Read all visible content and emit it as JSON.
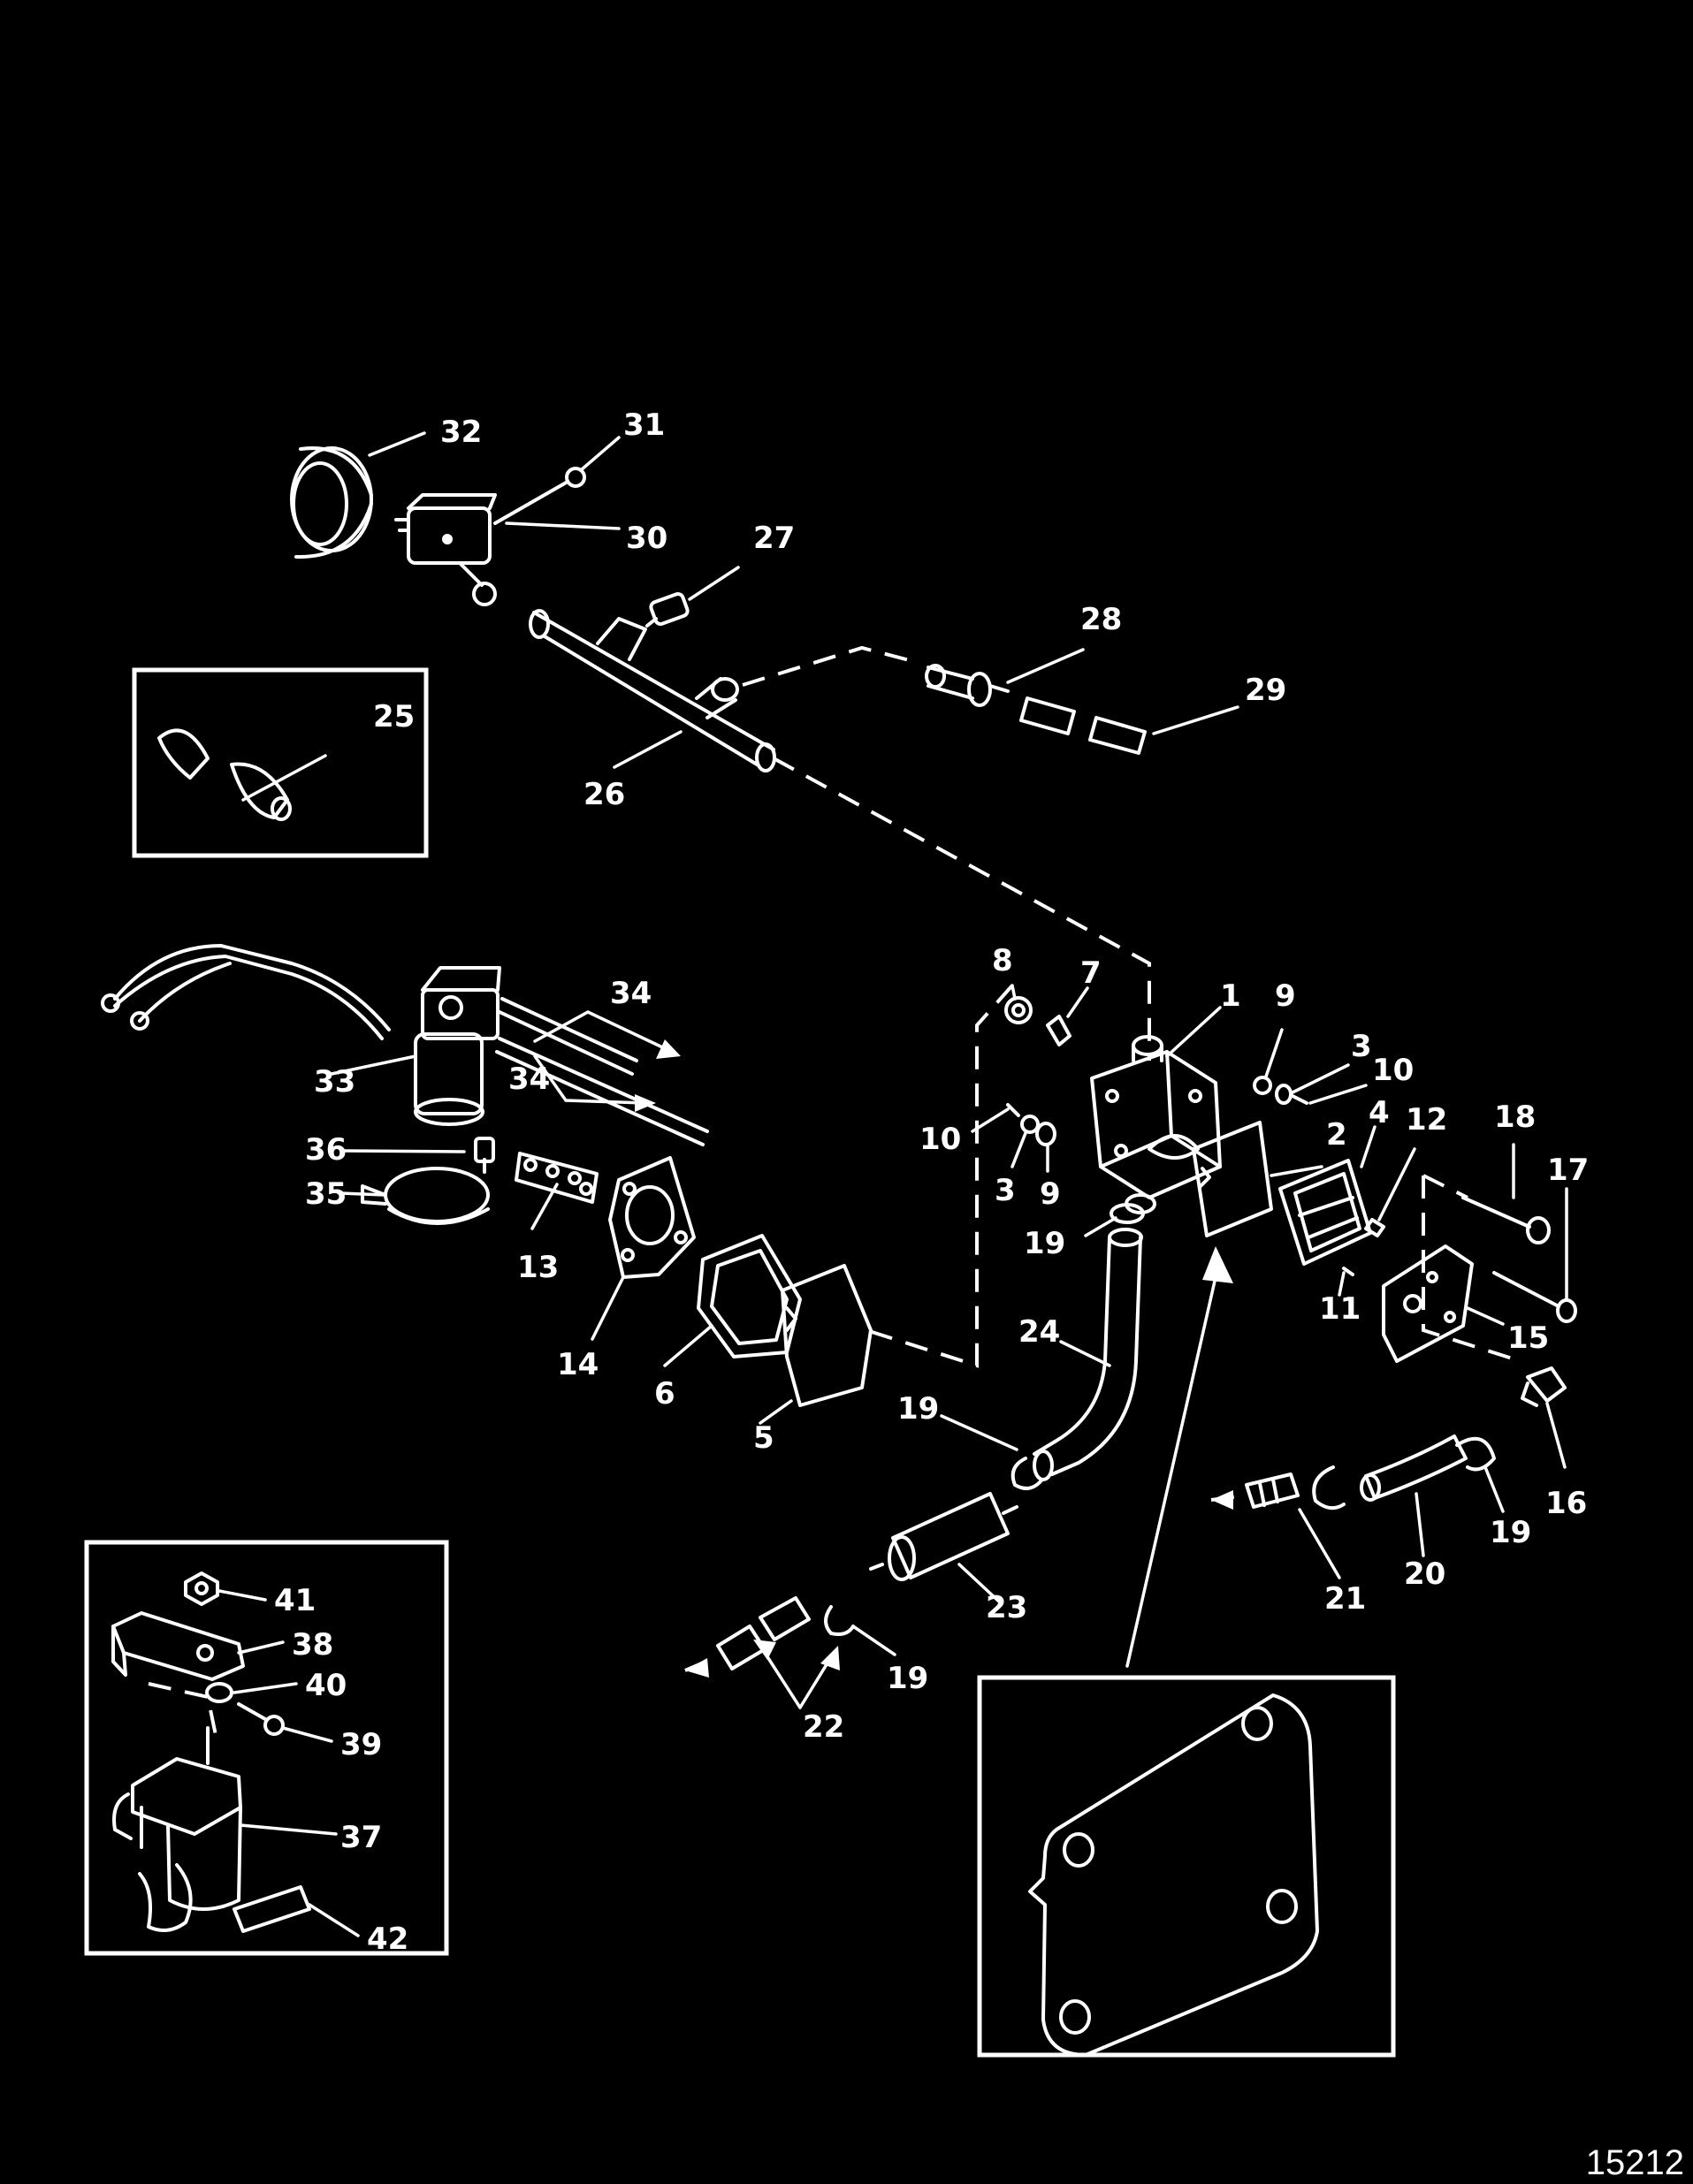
{
  "labels": {
    "l1": "1",
    "l2": "2",
    "l3a": "3",
    "l3b": "3",
    "l4": "4",
    "l5": "5",
    "l6": "6",
    "l7": "7",
    "l8": "8",
    "l9a": "9",
    "l9b": "9",
    "l10a": "10",
    "l10b": "10",
    "l11": "11",
    "l12": "12",
    "l13": "13",
    "l14": "14",
    "l15": "15",
    "l16": "16",
    "l17": "17",
    "l18": "18",
    "l19a": "19",
    "l19b": "19",
    "l19c": "19",
    "l19d": "19",
    "l20": "20",
    "l21": "21",
    "l22": "22",
    "l23": "23",
    "l24": "24",
    "l25": "25",
    "l26": "26",
    "l27": "27",
    "l28": "28",
    "l29": "29",
    "l30": "30",
    "l31": "31",
    "l32": "32",
    "l33": "33",
    "l34a": "34",
    "l34b": "34",
    "l35": "35",
    "l36": "36",
    "l37": "37",
    "l38": "38",
    "l39": "39",
    "l40": "40",
    "l41": "41",
    "l42": "42"
  },
  "figure_number": "15212",
  "colors": {
    "background": "#000000",
    "line": "#ffffff"
  }
}
